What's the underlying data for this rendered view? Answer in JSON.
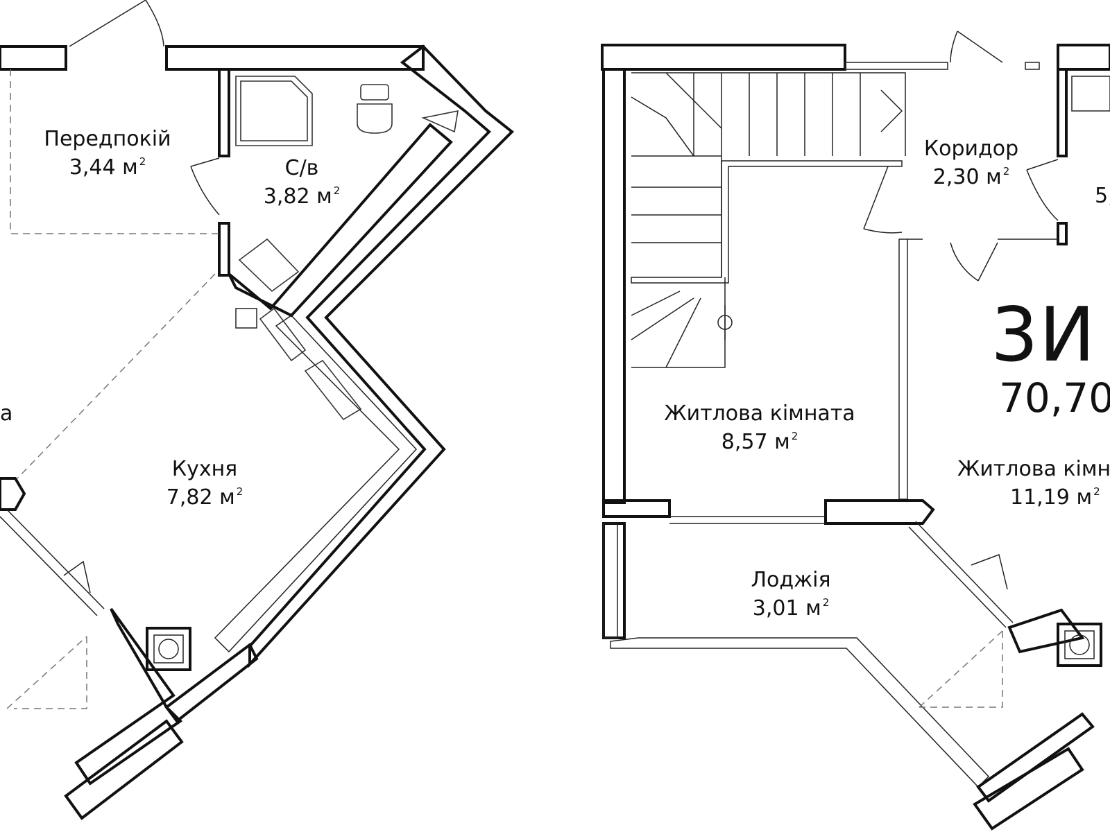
{
  "plan": {
    "unit_code": "3И",
    "total_area": "70,70",
    "area_unit": "м",
    "area_unit_power": "2",
    "rooms": [
      {
        "id": "hallway",
        "name": "Передпокій",
        "area": "3,44"
      },
      {
        "id": "bathroom",
        "name": "С/в",
        "area": "3,82"
      },
      {
        "id": "kitchen",
        "name": "Кухня",
        "area": "7,82"
      },
      {
        "id": "living-room-left-partial",
        "name": "а",
        "area": ""
      },
      {
        "id": "corridor",
        "name": "Коридор",
        "area": "2,30"
      },
      {
        "id": "room-partial-right",
        "name": "",
        "area": "5,"
      },
      {
        "id": "living-room-1",
        "name": "Житлова кімната",
        "area": "8,57"
      },
      {
        "id": "living-room-2",
        "name": "Житлова кімн",
        "area": "11,19"
      },
      {
        "id": "loggia",
        "name": "Лоджія",
        "area": "3,01"
      }
    ]
  }
}
